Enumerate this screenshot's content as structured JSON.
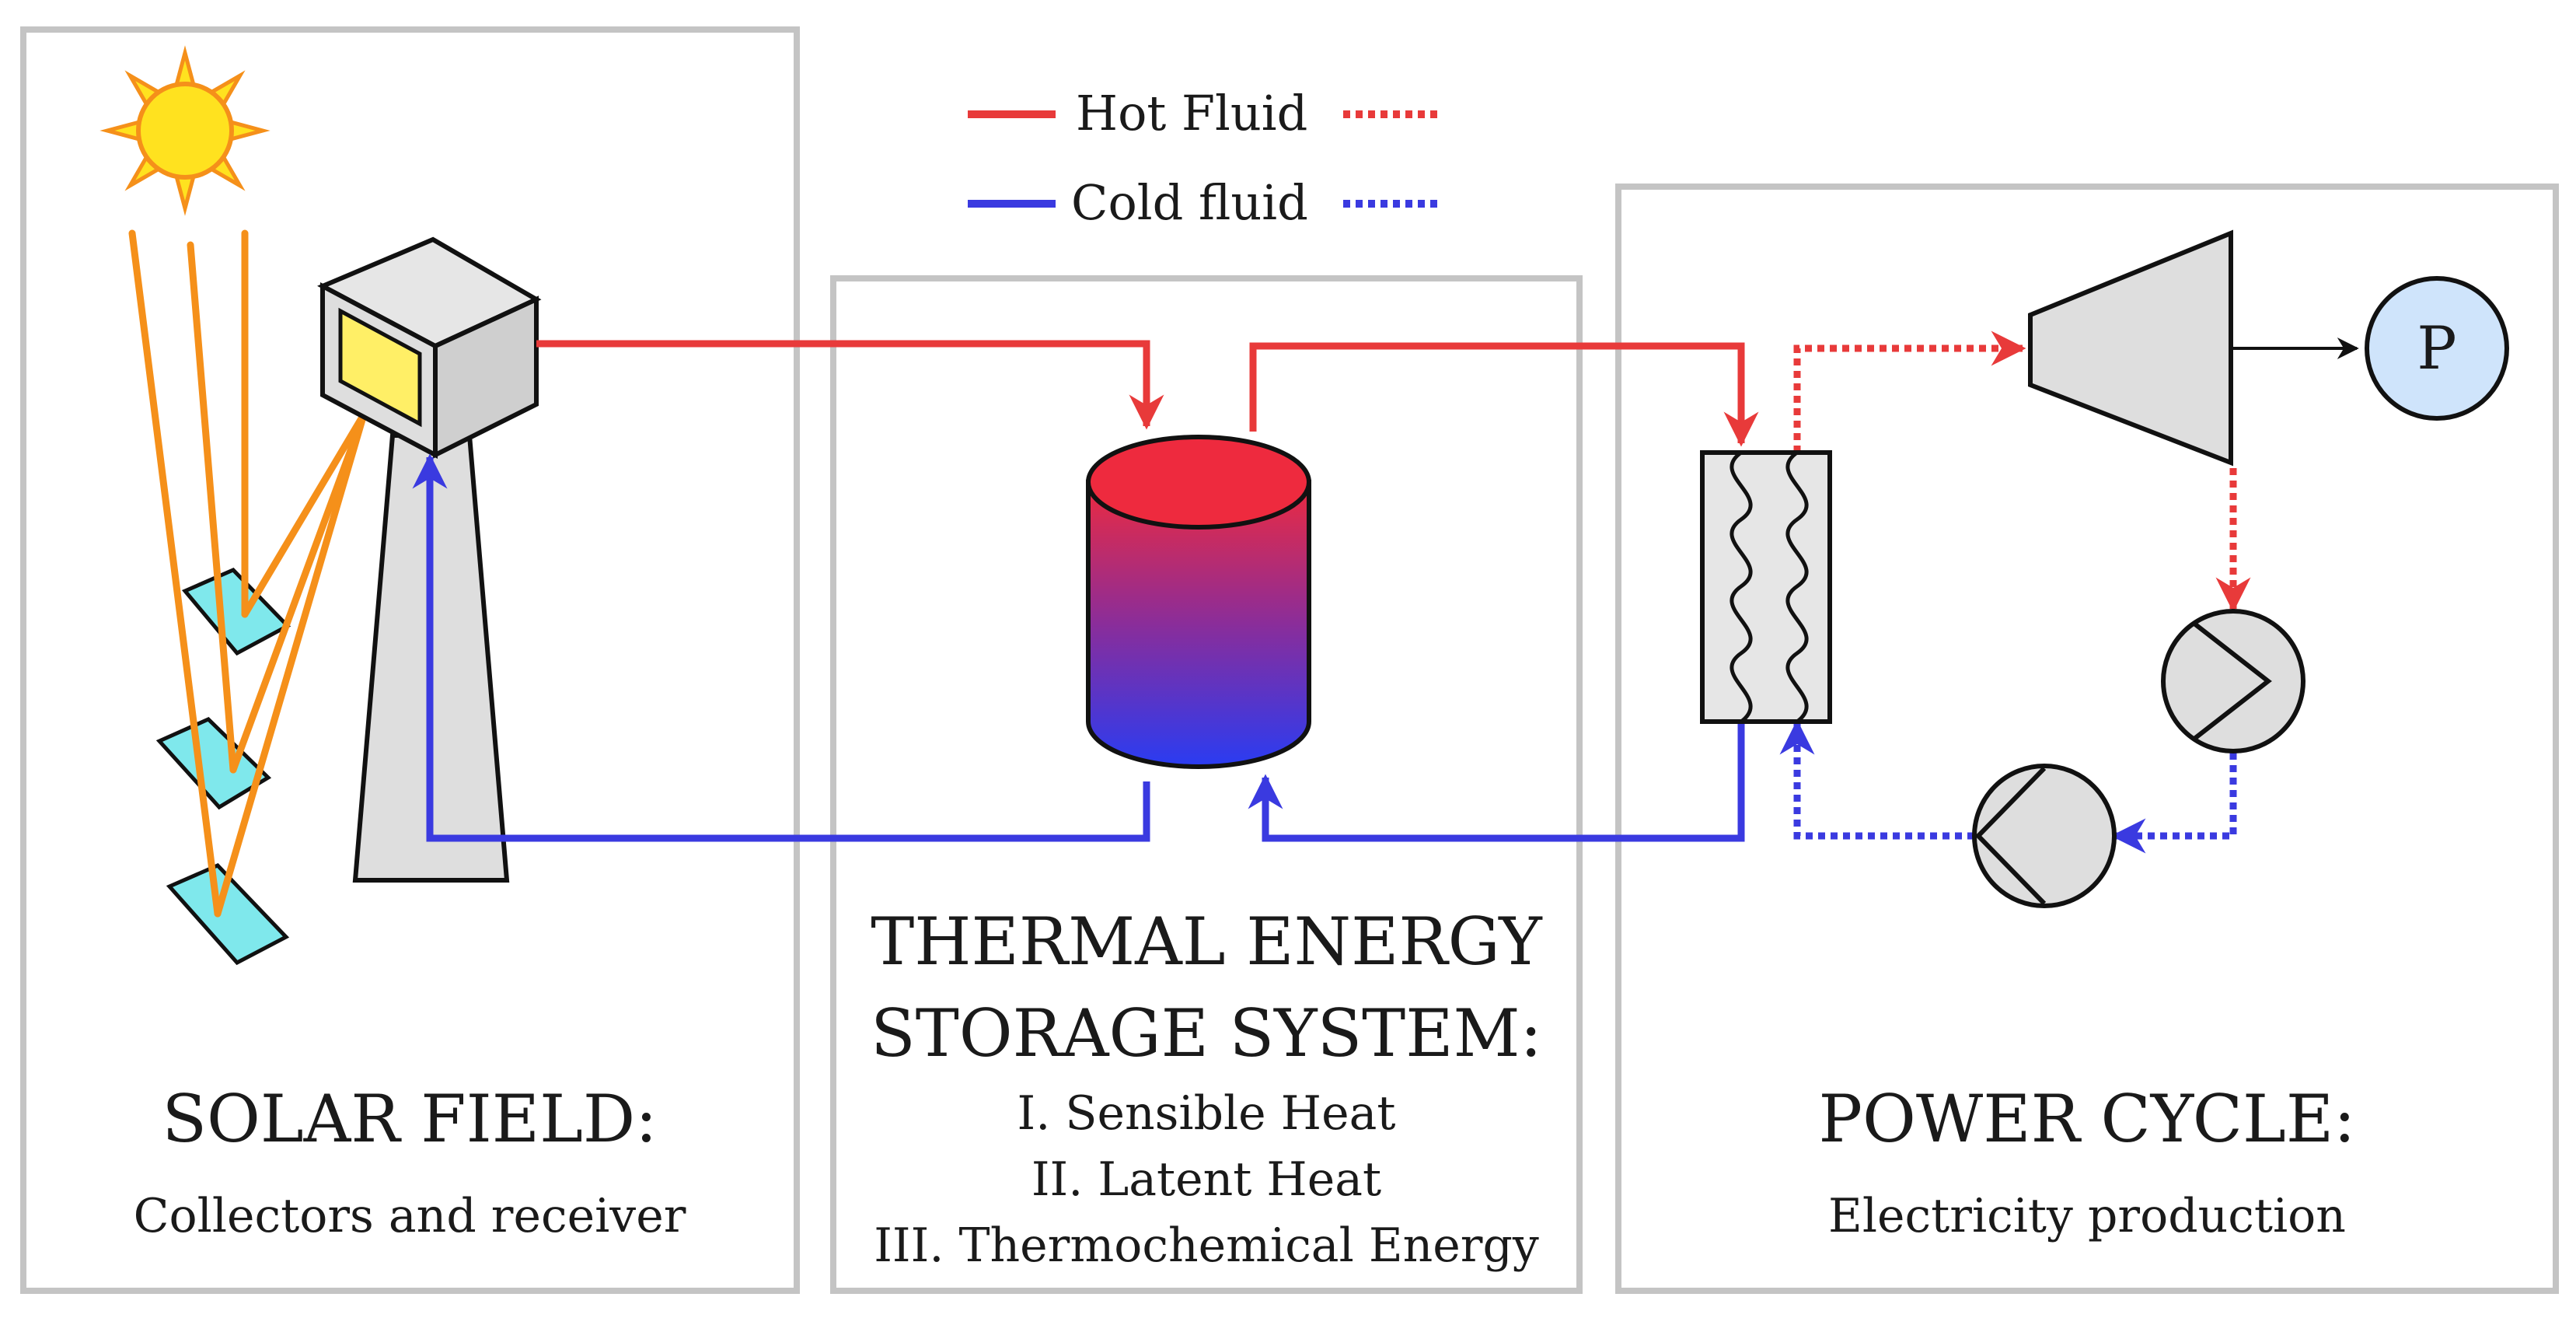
{
  "legend": {
    "hot_label": "Hot Fluid",
    "cold_label": "Cold fluid"
  },
  "colors": {
    "hot": "#e83a3a",
    "cold": "#3a3ae0",
    "ray": "#f5901a",
    "panel_border": "#c4c4c4",
    "equipment_fill": "#dedede",
    "receiver_window": "#ffef66",
    "mirror": "#7fe8ec",
    "sun": "#ffe21f",
    "generator": "#cfe4fb"
  },
  "sections": {
    "solar_field": {
      "title": "SOLAR FIELD:",
      "subtitle": "Collectors and receiver"
    },
    "storage": {
      "title_line1": "THERMAL ENERGY",
      "title_line2": "STORAGE SYSTEM:",
      "items": [
        "I. Sensible Heat",
        "II. Latent Heat",
        "III. Thermochemical Energy"
      ]
    },
    "power_cycle": {
      "title": "POWER CYCLE:",
      "subtitle": "Electricity production"
    }
  },
  "components": {
    "generator_label": "P"
  }
}
